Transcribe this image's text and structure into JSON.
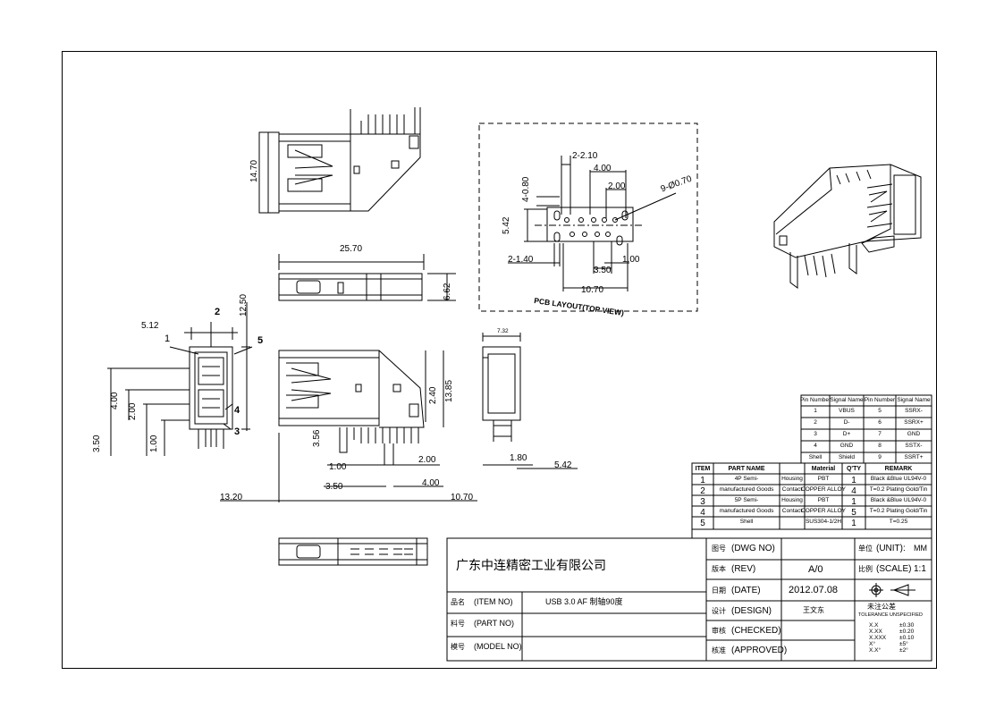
{
  "title_block": {
    "company": "广东中连精密工业有限公司",
    "dwg_no_label": "图号",
    "dwg_no_en": "(DWG NO)",
    "dwg_no_value": "",
    "unit_label": "单位",
    "unit_en": "(UNIT):",
    "unit_value": "MM",
    "rev_label": "版本",
    "rev_en": "(REV)",
    "rev_value": "A/0",
    "scale_label": "比例",
    "scale_en": "(SCALE)",
    "scale_value": "1:1",
    "date_label": "日期",
    "date_en": "(DATE)",
    "date_value": "2012.07.08",
    "item_label": "品名",
    "item_en": "(ITEM NO)",
    "item_value": "USB 3.0 AF 制轴90度",
    "design_label": "设计",
    "design_en": "(DESIGN)",
    "design_value": "王文东",
    "part_label": "料号",
    "part_en": "(PART NO)",
    "part_value": "",
    "checked_label": "审核",
    "checked_en": "(CHECKED)",
    "model_label": "模号",
    "model_en": "(MODEL NO)",
    "model_value": "",
    "approved_label": "核准",
    "approved_en": "(APPROVED)",
    "tolerance_title": "未注公差",
    "tolerance_sub": "TOLERANCE UNSPECIFIED",
    "tolerances": [
      {
        "k": "X.X",
        "v": "±0.30"
      },
      {
        "k": "X.XX",
        "v": "±0.20"
      },
      {
        "k": "X.XXX",
        "v": "±0.10"
      },
      {
        "k": "X°",
        "v": "±5°"
      },
      {
        "k": "X.X°",
        "v": "±2°"
      }
    ]
  },
  "pin_table": {
    "headers": [
      "Pin Number",
      "Signal Name",
      "Pin Number",
      "Signal Name"
    ],
    "rows": [
      [
        "1",
        "VBUS",
        "5",
        "SSRX-"
      ],
      [
        "2",
        "D-",
        "6",
        "SSRX+"
      ],
      [
        "3",
        "D+",
        "7",
        "GND"
      ],
      [
        "4",
        "GND",
        "8",
        "SSTX-"
      ],
      [
        "Shell",
        "Shield",
        "9",
        "SSRT+"
      ]
    ]
  },
  "bom_table": {
    "headers": [
      "ITEM",
      "PART NAME",
      "Material",
      "Q'TY",
      "REMARK"
    ],
    "rows": [
      {
        "item": "1",
        "part": "4P Semi-",
        "kind": "Housing",
        "material": "PBT",
        "qty": "1",
        "remark": "Black &Blue UL94V-0"
      },
      {
        "item": "2",
        "part": "manufactured Goods",
        "kind": "Contact",
        "material": "COPPER ALLOY",
        "qty": "4",
        "remark": "T=0.2 Plating Gold/Tin"
      },
      {
        "item": "3",
        "part": "5P Semi-",
        "kind": "Housing",
        "material": "PBT",
        "qty": "1",
        "remark": "Black &Blue UL94V-0"
      },
      {
        "item": "4",
        "part": "manufactured Goods",
        "kind": "Contact",
        "material": "COPPER ALLOY",
        "qty": "5",
        "remark": "T=0.2 Plating Gold/Tin"
      },
      {
        "item": "5",
        "part": "Shell",
        "kind": "",
        "material": "SUS304-1/2H",
        "qty": "1",
        "remark": "T=0.25"
      }
    ]
  },
  "pcb_layout": {
    "title": "PCB LAYOUT(TOP VIEW)",
    "dims": {
      "d210": "2-2.10",
      "d400": "4.00",
      "d080": "4-0.80",
      "d200": "2.00",
      "d070": "9-Ø0.70",
      "d542": "5.42",
      "d140": "2-1.40",
      "d350": "3.50",
      "d100": "1.00",
      "d1070": "10.70"
    }
  },
  "views": {
    "top_dim_1470": "14.70",
    "side_dim_2570": "25.70",
    "side_dim_662": "6.62",
    "front_dim_1250": "12.50",
    "front_dim_512": "5.12",
    "front_dim_400": "4.00",
    "front_dim_200": "2.00",
    "front_dim_350": "3.50",
    "front_dim_100": "1.00",
    "front_dim_1320": "13.20",
    "callout_1": "1",
    "callout_2": "2",
    "callout_3": "3",
    "callout_4": "4",
    "callout_5": "5",
    "main_dim_240": "2.40",
    "main_dim_1385": "13.85",
    "main_dim_356": "3.56",
    "main_dim_100": "1.00",
    "main_dim_200": "2.00",
    "main_dim_350": "3.50",
    "main_dim_400": "4.00",
    "main_dim_1070": "10.70",
    "end_dim_732": "7.32",
    "end_dim_180": "1.80",
    "end_dim_542": "5.42"
  }
}
